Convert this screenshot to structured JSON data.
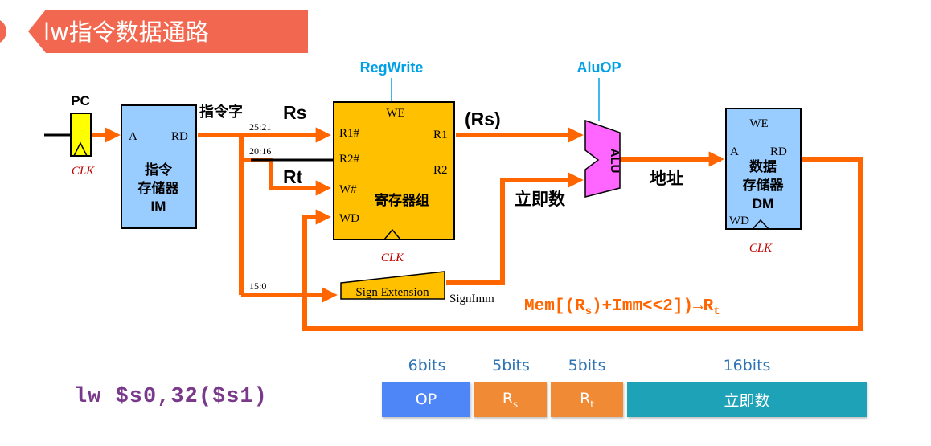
{
  "title": "lw指令数据通路",
  "diagram": {
    "pc_label": "PC",
    "clk_label": "CLK",
    "im": {
      "a": "A",
      "rd": "RD",
      "line1": "指令",
      "line2": "存储器",
      "line3": "IM"
    },
    "instr_word": "指令字",
    "field_25_21": "25:21",
    "field_20_16": "20:16",
    "field_15_0": "15:0",
    "rs_label": "Rs",
    "rt_label": "Rt",
    "regwrite": "RegWrite",
    "rf": {
      "we": "WE",
      "r1n": "R1#",
      "r2n": "R2#",
      "wn": "W#",
      "wd": "WD",
      "r1": "R1",
      "r2": "R2",
      "name": "寄存器组"
    },
    "rs_value": "(Rs)",
    "aluop": "AluOP",
    "alu_label": "ALU",
    "immediate": "立即数",
    "address": "地址",
    "dm": {
      "we": "WE",
      "a": "A",
      "rd": "RD",
      "line1": "数据",
      "line2": "存储器",
      "line3": "DM",
      "wd": "WD"
    },
    "sign_ext": "Sign Extension",
    "signimm": "SignImm",
    "formula": {
      "pre": "Mem[(R",
      "sub1": "s",
      "mid": ")+Imm<<2])→R",
      "sub2": "t"
    }
  },
  "instruction": "lw $s0,32($s1)",
  "format": [
    {
      "bits": "6bits",
      "name": "OP",
      "sub": "",
      "color": "#4f86f7"
    },
    {
      "bits": "5bits",
      "name": "R",
      "sub": "s",
      "color": "#f08a35"
    },
    {
      "bits": "5bits",
      "name": "R",
      "sub": "t",
      "color": "#f08a35"
    },
    {
      "bits": "16bits",
      "name": "立即数",
      "sub": "",
      "color": "#1ea2b8"
    }
  ],
  "colors": {
    "bus": "#ff6600",
    "module_blue": "#99ccff",
    "regfile": "#ffc000",
    "alu": "#ff66ff",
    "title_banner": "#f2674f",
    "annotation_blue": "#00a0e9"
  }
}
